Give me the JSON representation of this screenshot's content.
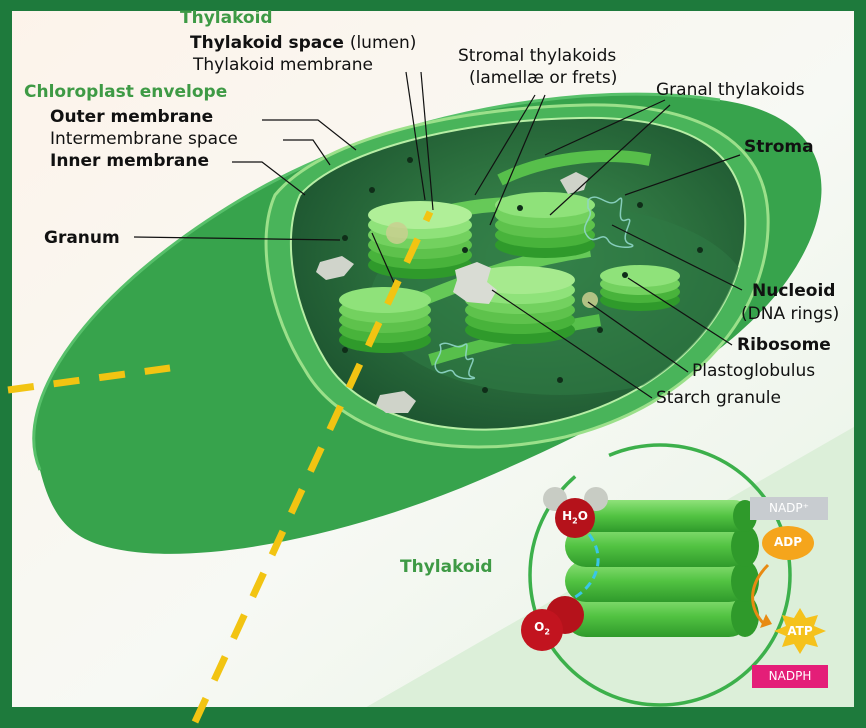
{
  "labels": {
    "thylakoid_header": "Thylakoid",
    "thylakoid_space": "Thylakoid space",
    "thylakoid_space_note": "(lumen)",
    "thylakoid_membrane": "Thylakoid membrane",
    "chloroplast_envelope": "Chloroplast envelope",
    "outer_membrane": "Outer membrane",
    "intermembrane_space": "Intermembrane space",
    "inner_membrane": "Inner membrane",
    "granum": "Granum",
    "stromal_thylakoids": "Stromal thylakoids",
    "stromal_thylakoids_note": "(lamellæ or frets)",
    "granal_thylakoids": "Granal thylakoids",
    "stroma": "Stroma",
    "nucleoid": "Nucleoid",
    "nucleoid_note": "(DNA rings)",
    "ribosome": "Ribosome",
    "plastoglobulus": "Plastoglobulus",
    "starch_granule": "Starch granule"
  },
  "inset": {
    "title": "Thylakoid",
    "h2o_main": "H",
    "h2o_sub": "2",
    "h2o_end": "O",
    "o2_main": "O",
    "o2_sub": "2",
    "nadp": "NADP⁺",
    "adp": "ADP",
    "atp": "ATP",
    "nadph": "NADPH"
  },
  "colors": {
    "border": "#1e7a3c",
    "outer_green": "#35a04a",
    "inner_dark": "#1d5e30",
    "label_green": "#3e9a45",
    "dash_yellow": "#f2c412",
    "nadph_pink": "#e41e78",
    "adp_orange": "#f5a51c",
    "h2o_red": "#b5121b"
  }
}
